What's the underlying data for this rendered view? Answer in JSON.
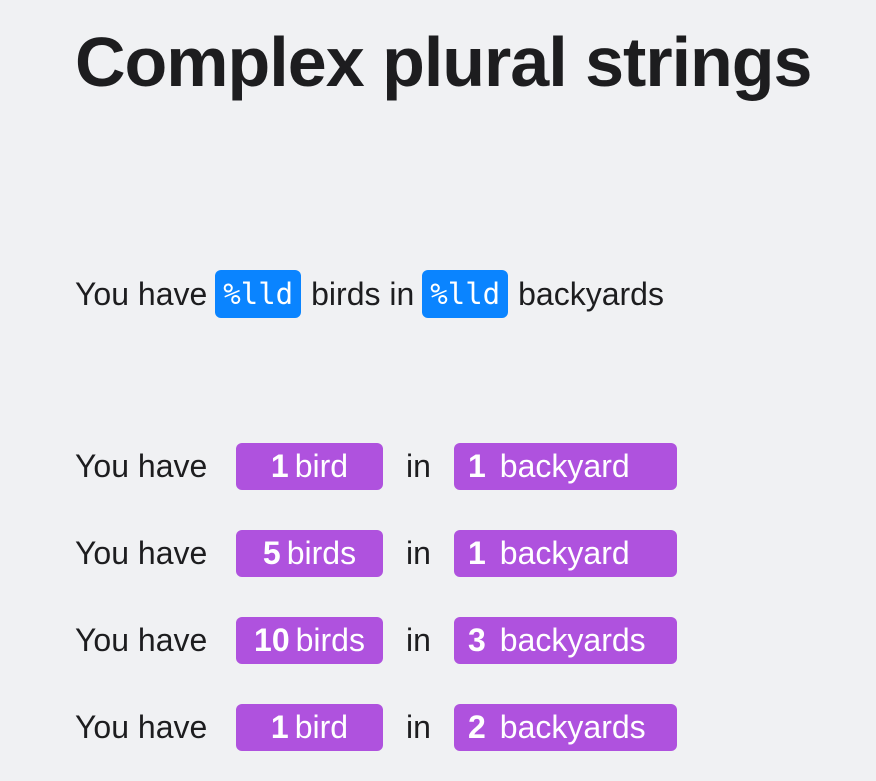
{
  "title": "Complex plural strings",
  "template": {
    "prefix": "You have",
    "spec1": "%lld",
    "middle": "birds in",
    "spec2": "%lld",
    "suffix": "backyards"
  },
  "examples": [
    {
      "prefix": "You have",
      "bird_count": "1",
      "bird_word": "bird",
      "in": "in",
      "yard_count": "1",
      "yard_word": "backyard"
    },
    {
      "prefix": "You have",
      "bird_count": "5",
      "bird_word": "birds",
      "in": "in",
      "yard_count": "1",
      "yard_word": "backyard"
    },
    {
      "prefix": "You have",
      "bird_count": "10",
      "bird_word": "birds",
      "in": "in",
      "yard_count": "3",
      "yard_word": "backyards"
    },
    {
      "prefix": "You have",
      "bird_count": "1",
      "bird_word": "bird",
      "in": "in",
      "yard_count": "2",
      "yard_word": "backyards"
    }
  ],
  "colors": {
    "background": "#f0f1f3",
    "format_specifier": "#0a84ff",
    "plural_variant": "#af52de"
  }
}
